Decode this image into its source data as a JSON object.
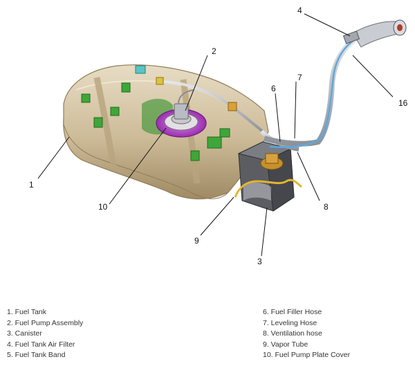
{
  "callouts": {
    "c1": "1",
    "c2": "2",
    "c3": "3",
    "c4": "4",
    "c6": "6",
    "c7": "7",
    "c8": "8",
    "c9": "9",
    "c10": "10",
    "c16": "16"
  },
  "legend": {
    "left": [
      "1. Fuel Tank",
      "2. Fuel Pump Assembly",
      "3. Canister",
      "4. Fuel Tank Air Filter",
      "5. Fuel Tank Band"
    ],
    "right": [
      "6. Fuel Filler Hose",
      "7. Leveling Hose",
      "8. Ventilation hose",
      "9. Vapor Tube",
      "10. Fuel Pump Plate Cover"
    ]
  },
  "colors": {
    "tank": "#cdbb98",
    "tank_dark": "#a7936c",
    "plate": "#b23fc4",
    "green": "#3fa63a",
    "hose": "#5fa8d8",
    "canister": "#595b60",
    "brass": "#c7902c",
    "pipe": "#b8bcc4"
  }
}
